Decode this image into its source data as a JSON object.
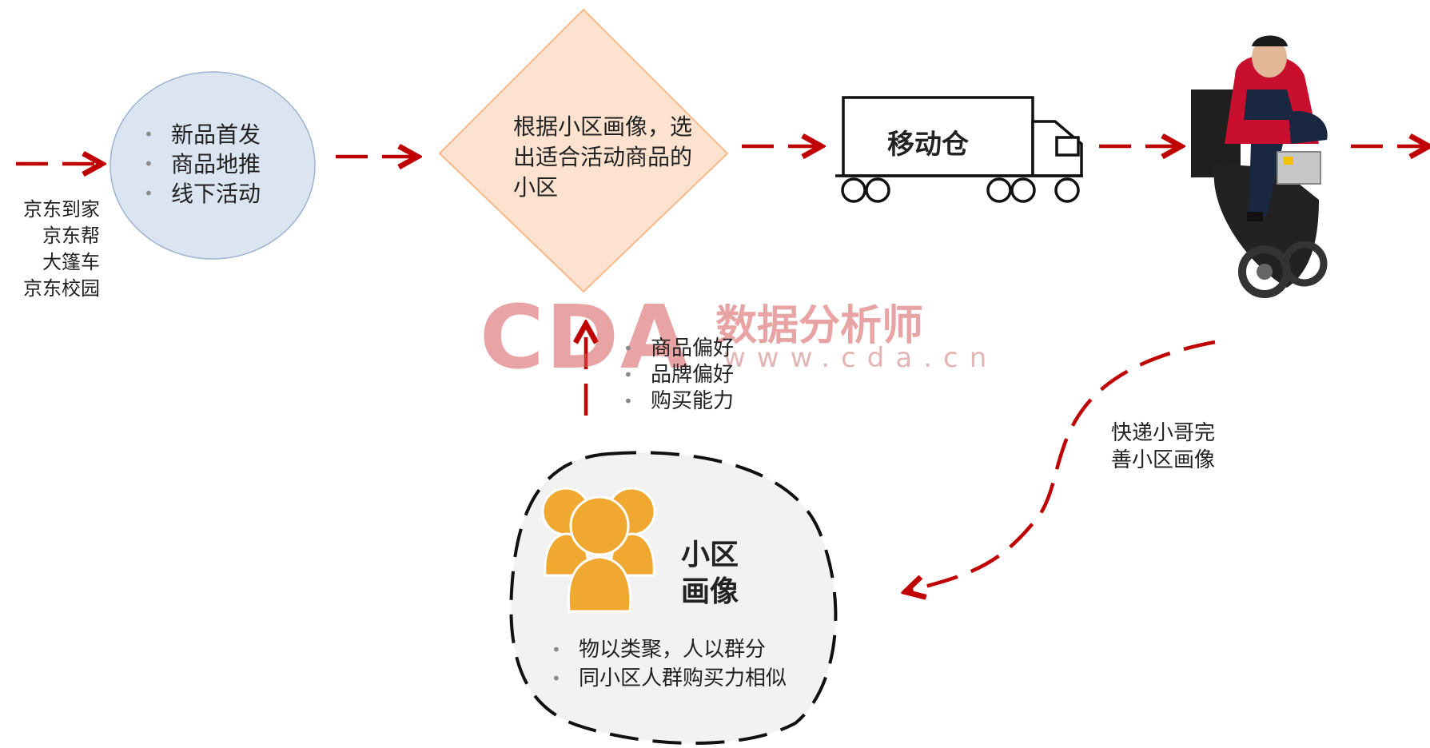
{
  "sources": [
    "京东到家",
    "京东帮",
    "大篷车",
    "京东校园"
  ],
  "circle": {
    "items": [
      "新品首发",
      "商品地推",
      "线下活动"
    ]
  },
  "diamond": {
    "text": "根据小区画像，选出适合活动商品的小区"
  },
  "truck": {
    "label": "移动仓"
  },
  "preferences": {
    "items": [
      "商品偏好",
      "品牌偏好",
      "购买能力"
    ]
  },
  "courier_note": "快递小哥完善小区画像",
  "profile": {
    "title": "小区画像",
    "items": [
      "物以类聚，人以群分",
      "同小区人群购买力相似"
    ]
  },
  "watermark": {
    "logo": "CDA",
    "name": "数据分析师",
    "url": "www.cda.cn"
  },
  "colors": {
    "arrow": "#c00000",
    "circle_fill": "#dbe5f1",
    "diamond_fill": "#fde2cf",
    "diamond_stroke": "#f7b98a",
    "people_icon": "#f0a830",
    "profile_fill": "#f2f2f2"
  },
  "icons": {
    "truck": "truck-icon",
    "courier": "courier-photo",
    "people": "people-group-icon"
  }
}
